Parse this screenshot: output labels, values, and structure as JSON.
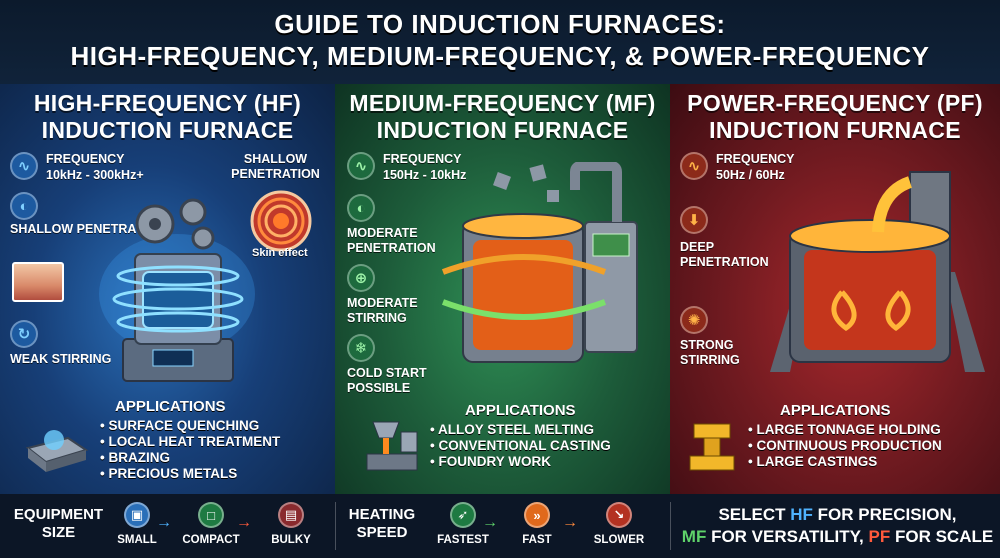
{
  "title": {
    "line1": "GUIDE TO INDUCTION FURNACES:",
    "line2": "HIGH-FREQUENCY, MEDIUM-FREQUENCY, & POWER-FREQUENCY"
  },
  "hf": {
    "title1": "HIGH-FREQUENCY (HF)",
    "title2": "INDUCTION FURNACE",
    "freq_label": "FREQUENCY",
    "freq_value": "10kHz - 300kHz+",
    "penetration_right": "SHALLOW PENETRATION",
    "skin_effect": "Skin effect",
    "penetration_left": "SHALLOW PENETRATION",
    "stirring": "WEAK STIRRING",
    "apps_title": "APPLICATIONS",
    "apps": [
      "SURFACE QUENCHING",
      "LOCAL HEAT TREATMENT",
      "BRAZING",
      "PRECIOUS METALS"
    ]
  },
  "mf": {
    "title1": "MEDIUM-FREQUENCY (MF)",
    "title2": "INDUCTION FURNACE",
    "freq_label": "FREQUENCY",
    "freq_value": "150Hz - 10kHz",
    "penetration": "MODERATE PENETRATION",
    "stirring": "MODERATE STIRRING",
    "cold_start": "COLD START POSSIBLE",
    "apps_title": "APPLICATIONS",
    "apps": [
      "ALLOY STEEL MELTING",
      "CONVENTIONAL CASTING",
      "FOUNDRY WORK"
    ]
  },
  "pf": {
    "title1": "POWER-FREQUENCY (PF)",
    "title2": "INDUCTION FURNACE",
    "freq_label": "FREQUENCY",
    "freq_value": "50Hz / 60Hz",
    "penetration": "DEEP PENETRATION",
    "stirring": "STRONG STIRRING",
    "apps_title": "APPLICATIONS",
    "apps": [
      "LARGE TONNAGE HOLDING",
      "CONTINUOUS PRODUCTION",
      "LARGE CASTINGS"
    ]
  },
  "footer": {
    "equipment_label": "EQUIPMENT SIZE",
    "sizes": [
      "SMALL",
      "COMPACT",
      "BULKY"
    ],
    "heating_label": "HEATING SPEED",
    "speeds": [
      "FASTEST",
      "FAST",
      "SLOWER"
    ],
    "summary": {
      "select": "SELECT",
      "hf": "HF",
      "for_precision": "FOR PRECISION,",
      "mf": "MF",
      "for_versatility": "FOR VERSATILITY,",
      "pf": "PF",
      "for_scale": "FOR SCALE"
    }
  },
  "colors": {
    "hf_accent": "#4fb3ff",
    "mf_accent": "#5fd36a",
    "pf_accent": "#ff5a3c"
  }
}
